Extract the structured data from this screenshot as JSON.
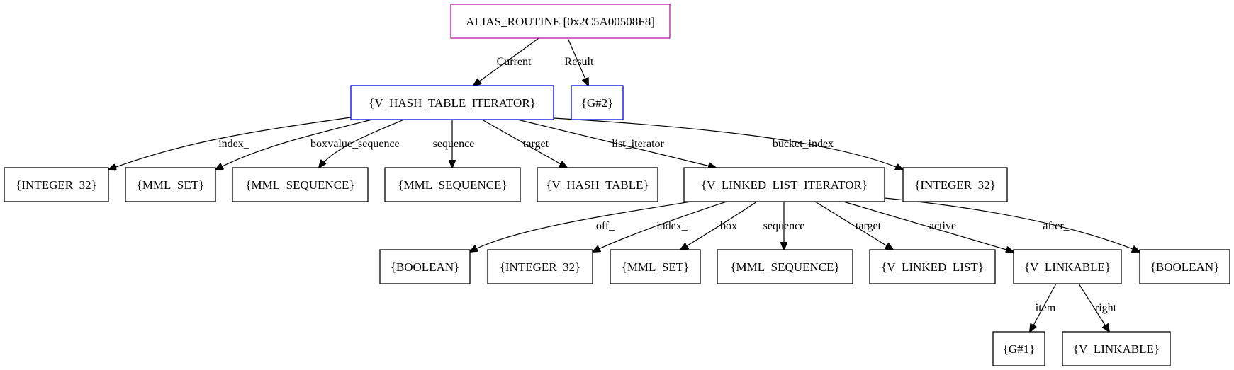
{
  "diagram": {
    "nodes": [
      {
        "id": "alias",
        "label": "ALIAS_ROUTINE [0x2C5A00508F8]",
        "color": "#b5179e"
      },
      {
        "id": "hti",
        "label": "{V_HASH_TABLE_ITERATOR}",
        "color": "#0000ee"
      },
      {
        "id": "g2",
        "label": "{G#2}",
        "color": "#0000ee"
      },
      {
        "id": "int1",
        "label": "{INTEGER_32}",
        "color": "#000000"
      },
      {
        "id": "mmlset1",
        "label": "{MML_SET}",
        "color": "#000000"
      },
      {
        "id": "mmlseq1",
        "label": "{MML_SEQUENCE}",
        "color": "#000000"
      },
      {
        "id": "mmlseq2",
        "label": "{MML_SEQUENCE}",
        "color": "#000000"
      },
      {
        "id": "vht",
        "label": "{V_HASH_TABLE}",
        "color": "#000000"
      },
      {
        "id": "vlli",
        "label": "{V_LINKED_LIST_ITERATOR}",
        "color": "#000000"
      },
      {
        "id": "int2",
        "label": "{INTEGER_32}",
        "color": "#000000"
      },
      {
        "id": "bool1",
        "label": "{BOOLEAN}",
        "color": "#000000"
      },
      {
        "id": "int3",
        "label": "{INTEGER_32}",
        "color": "#000000"
      },
      {
        "id": "mmlset2",
        "label": "{MML_SET}",
        "color": "#000000"
      },
      {
        "id": "mmlseq3",
        "label": "{MML_SEQUENCE}",
        "color": "#000000"
      },
      {
        "id": "vll",
        "label": "{V_LINKED_LIST}",
        "color": "#000000"
      },
      {
        "id": "vlink1",
        "label": "{V_LINKABLE}",
        "color": "#000000"
      },
      {
        "id": "bool2",
        "label": "{BOOLEAN}",
        "color": "#000000"
      },
      {
        "id": "g1",
        "label": "{G#1}",
        "color": "#000000"
      },
      {
        "id": "vlink2",
        "label": "{V_LINKABLE}",
        "color": "#000000"
      }
    ],
    "edges": [
      {
        "from": "alias",
        "to": "hti",
        "label": "Current"
      },
      {
        "from": "alias",
        "to": "g2",
        "label": "Result"
      },
      {
        "from": "hti",
        "to": "int1",
        "label": "index_"
      },
      {
        "from": "hti",
        "to": "mmlset1",
        "label": "box"
      },
      {
        "from": "hti",
        "to": "mmlseq1",
        "label": "value_sequence"
      },
      {
        "from": "hti",
        "to": "mmlseq2",
        "label": "sequence"
      },
      {
        "from": "hti",
        "to": "vht",
        "label": "target"
      },
      {
        "from": "hti",
        "to": "vlli",
        "label": "list_iterator"
      },
      {
        "from": "hti",
        "to": "int2",
        "label": "bucket_index"
      },
      {
        "from": "vlli",
        "to": "bool1",
        "label": "off_"
      },
      {
        "from": "vlli",
        "to": "int3",
        "label": "index_"
      },
      {
        "from": "vlli",
        "to": "mmlset2",
        "label": "box"
      },
      {
        "from": "vlli",
        "to": "mmlseq3",
        "label": "sequence"
      },
      {
        "from": "vlli",
        "to": "vll",
        "label": "target"
      },
      {
        "from": "vlli",
        "to": "vlink1",
        "label": "active"
      },
      {
        "from": "vlli",
        "to": "bool2",
        "label": "after_"
      },
      {
        "from": "vlink1",
        "to": "g1",
        "label": "item"
      },
      {
        "from": "vlink1",
        "to": "vlink2",
        "label": "right"
      }
    ]
  }
}
